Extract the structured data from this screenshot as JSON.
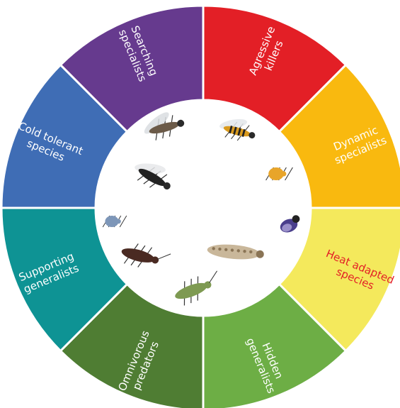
{
  "wheel": {
    "segments": [
      {
        "id": "agressive-killers",
        "line1": "Agressive",
        "line2": "killers",
        "color": "#e31f26",
        "text_color": "#ffffff"
      },
      {
        "id": "dynamic-specialists",
        "line1": "Dynamic",
        "line2": "specialists",
        "color": "#f9b90f",
        "text_color": "#ffffff"
      },
      {
        "id": "heat-adapted-species",
        "line1": "Heat adapted",
        "line2": "species",
        "color": "#f4e95c",
        "text_color": "#e31f26"
      },
      {
        "id": "hidden-generalists",
        "line1": "Hidden",
        "line2": "generalists",
        "color": "#6dae45",
        "text_color": "#ffffff"
      },
      {
        "id": "omnivorous-predators",
        "line1": "Omnivorous",
        "line2": "predators",
        "color": "#4f7d33",
        "text_color": "#ffffff"
      },
      {
        "id": "supporting-generalists",
        "line1": "Supporting",
        "line2": "generalists",
        "color": "#0e9394",
        "text_color": "#ffffff"
      },
      {
        "id": "cold-tolerant-species",
        "line1": "Cold tolerant",
        "line2": "species",
        "color": "#3f6db5",
        "text_color": "#ffffff"
      },
      {
        "id": "searching-specialists",
        "line1": "Searching",
        "line2": "specialists",
        "color": "#663a8e",
        "text_color": "#ffffff"
      }
    ],
    "insects": [
      {
        "name": "mosquito-icon",
        "kind": "fly",
        "body_color": "#6b5a48",
        "wing_color": "#d9dde0"
      },
      {
        "name": "wasp-icon",
        "kind": "wasp",
        "body_color": "#222222",
        "wing_color": "#e6e8ea"
      },
      {
        "name": "mite-icon",
        "kind": "mite",
        "body_color": "#e8a52a",
        "wing_color": ""
      },
      {
        "name": "beetle-icon",
        "kind": "beetle",
        "body_color": "#4a3f8c",
        "wing_color": ""
      },
      {
        "name": "lacewing-larva-icon",
        "kind": "larva",
        "body_color": "#c9b79a",
        "wing_color": ""
      },
      {
        "name": "green-bug-icon",
        "kind": "bug",
        "body_color": "#7e9a52",
        "wing_color": ""
      },
      {
        "name": "pirate-bug-icon",
        "kind": "bug",
        "body_color": "#4a2a22",
        "wing_color": ""
      },
      {
        "name": "springtail-icon",
        "kind": "aphid",
        "body_color": "#7d96b8",
        "wing_color": ""
      },
      {
        "name": "hoverfly-icon",
        "kind": "hoverfly",
        "body_color": "#d99a1e",
        "wing_color": "#e3e6ea"
      }
    ]
  }
}
